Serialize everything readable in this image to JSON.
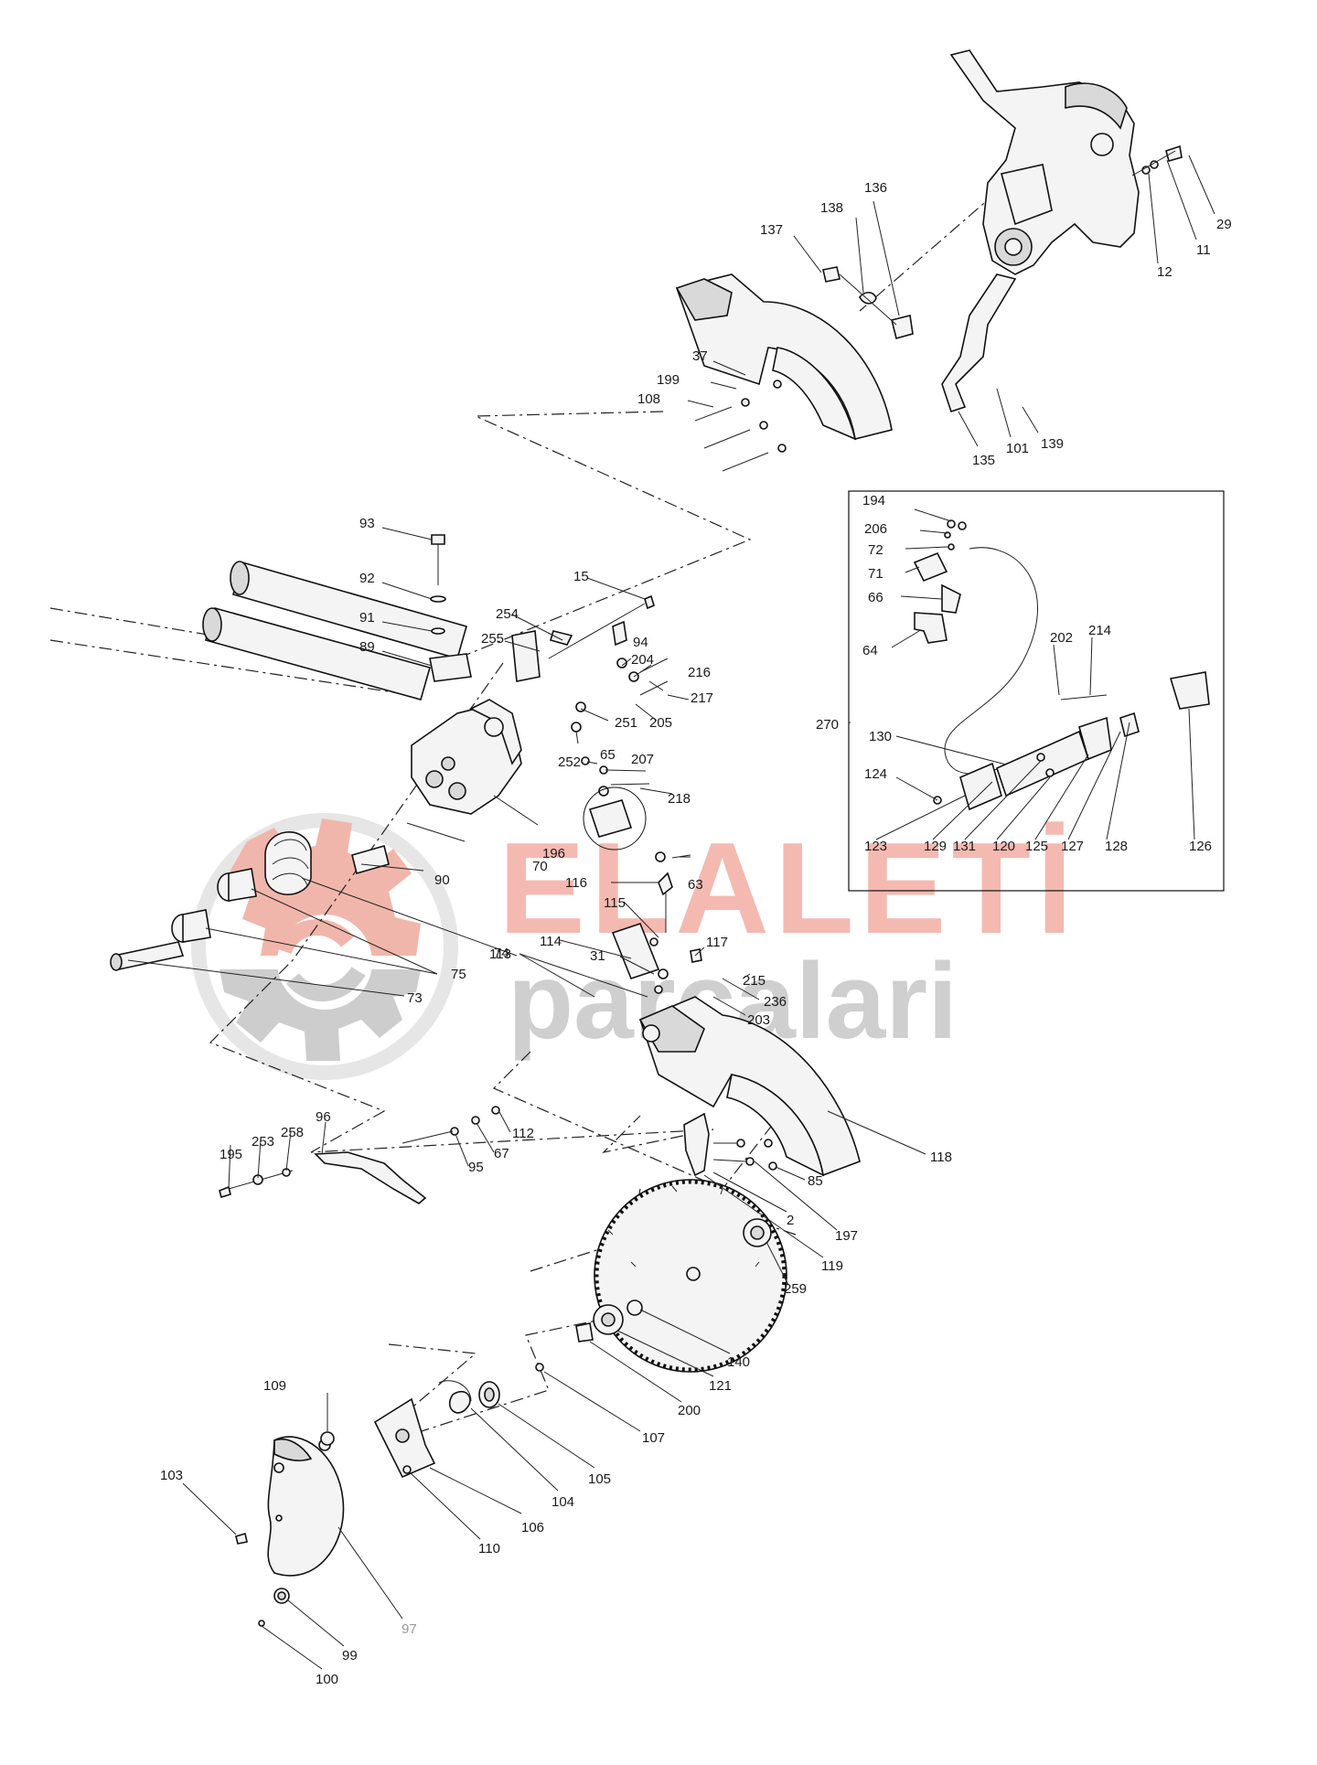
{
  "watermark": {
    "line1": "ELALETİ",
    "line2": "parcalari",
    "color_red": "#f4b9b0",
    "color_grey": "#cfcfcf"
  },
  "inset_box_label": "270",
  "labels": [
    {
      "id": "29",
      "t": "29"
    },
    {
      "id": "11",
      "t": "11"
    },
    {
      "id": "12",
      "t": "12"
    },
    {
      "id": "136",
      "t": "136"
    },
    {
      "id": "138",
      "t": "138"
    },
    {
      "id": "137",
      "t": "137"
    },
    {
      "id": "37",
      "t": "37"
    },
    {
      "id": "199",
      "t": "199"
    },
    {
      "id": "108",
      "t": "108"
    },
    {
      "id": "135",
      "t": "135"
    },
    {
      "id": "101",
      "t": "101"
    },
    {
      "id": "139",
      "t": "139"
    },
    {
      "id": "93",
      "t": "93"
    },
    {
      "id": "92",
      "t": "92"
    },
    {
      "id": "91",
      "t": "91"
    },
    {
      "id": "89",
      "t": "89"
    },
    {
      "id": "15",
      "t": "15"
    },
    {
      "id": "254",
      "t": "254"
    },
    {
      "id": "255",
      "t": "255"
    },
    {
      "id": "94",
      "t": "94"
    },
    {
      "id": "204",
      "t": "204"
    },
    {
      "id": "216",
      "t": "216"
    },
    {
      "id": "217",
      "t": "217"
    },
    {
      "id": "251",
      "t": "251"
    },
    {
      "id": "205",
      "t": "205"
    },
    {
      "id": "252",
      "t": "252"
    },
    {
      "id": "65",
      "t": "65"
    },
    {
      "id": "207",
      "t": "207"
    },
    {
      "id": "218",
      "t": "218"
    },
    {
      "id": "196",
      "t": "196"
    },
    {
      "id": "70",
      "t": "70"
    },
    {
      "id": "90",
      "t": "90"
    },
    {
      "id": "63",
      "t": "63"
    },
    {
      "id": "74",
      "t": "74"
    },
    {
      "id": "116",
      "t": "116"
    },
    {
      "id": "115",
      "t": "115"
    },
    {
      "id": "114",
      "t": "114"
    },
    {
      "id": "117",
      "t": "117"
    },
    {
      "id": "75",
      "t": "75"
    },
    {
      "id": "73",
      "t": "73"
    },
    {
      "id": "113",
      "t": "113"
    },
    {
      "id": "31",
      "t": "31"
    },
    {
      "id": "215",
      "t": "215"
    },
    {
      "id": "236",
      "t": "236"
    },
    {
      "id": "203",
      "t": "203"
    },
    {
      "id": "118",
      "t": "118"
    },
    {
      "id": "96",
      "t": "96"
    },
    {
      "id": "112",
      "t": "112"
    },
    {
      "id": "67",
      "t": "67"
    },
    {
      "id": "95",
      "t": "95"
    },
    {
      "id": "195",
      "t": "195"
    },
    {
      "id": "253",
      "t": "253"
    },
    {
      "id": "258",
      "t": "258"
    },
    {
      "id": "85",
      "t": "85"
    },
    {
      "id": "2",
      "t": "2"
    },
    {
      "id": "197",
      "t": "197"
    },
    {
      "id": "119",
      "t": "119"
    },
    {
      "id": "259",
      "t": "259"
    },
    {
      "id": "140",
      "t": "140"
    },
    {
      "id": "121",
      "t": "121"
    },
    {
      "id": "200",
      "t": "200"
    },
    {
      "id": "107",
      "t": "107"
    },
    {
      "id": "109",
      "t": "109"
    },
    {
      "id": "105",
      "t": "105"
    },
    {
      "id": "104",
      "t": "104"
    },
    {
      "id": "106",
      "t": "106"
    },
    {
      "id": "110",
      "t": "110"
    },
    {
      "id": "103",
      "t": "103"
    },
    {
      "id": "97",
      "t": "97"
    },
    {
      "id": "99",
      "t": "99"
    },
    {
      "id": "100",
      "t": "100"
    },
    {
      "id": "194",
      "t": "194"
    },
    {
      "id": "206",
      "t": "206"
    },
    {
      "id": "72",
      "t": "72"
    },
    {
      "id": "71",
      "t": "71"
    },
    {
      "id": "66",
      "t": "66"
    },
    {
      "id": "64",
      "t": "64"
    },
    {
      "id": "202",
      "t": "202"
    },
    {
      "id": "214",
      "t": "214"
    },
    {
      "id": "130",
      "t": "130"
    },
    {
      "id": "124",
      "t": "124"
    },
    {
      "id": "123",
      "t": "123"
    },
    {
      "id": "129",
      "t": "129"
    },
    {
      "id": "131",
      "t": "131"
    },
    {
      "id": "120",
      "t": "120"
    },
    {
      "id": "125",
      "t": "125"
    },
    {
      "id": "127",
      "t": "127"
    },
    {
      "id": "128",
      "t": "128"
    },
    {
      "id": "126",
      "t": "126"
    }
  ]
}
